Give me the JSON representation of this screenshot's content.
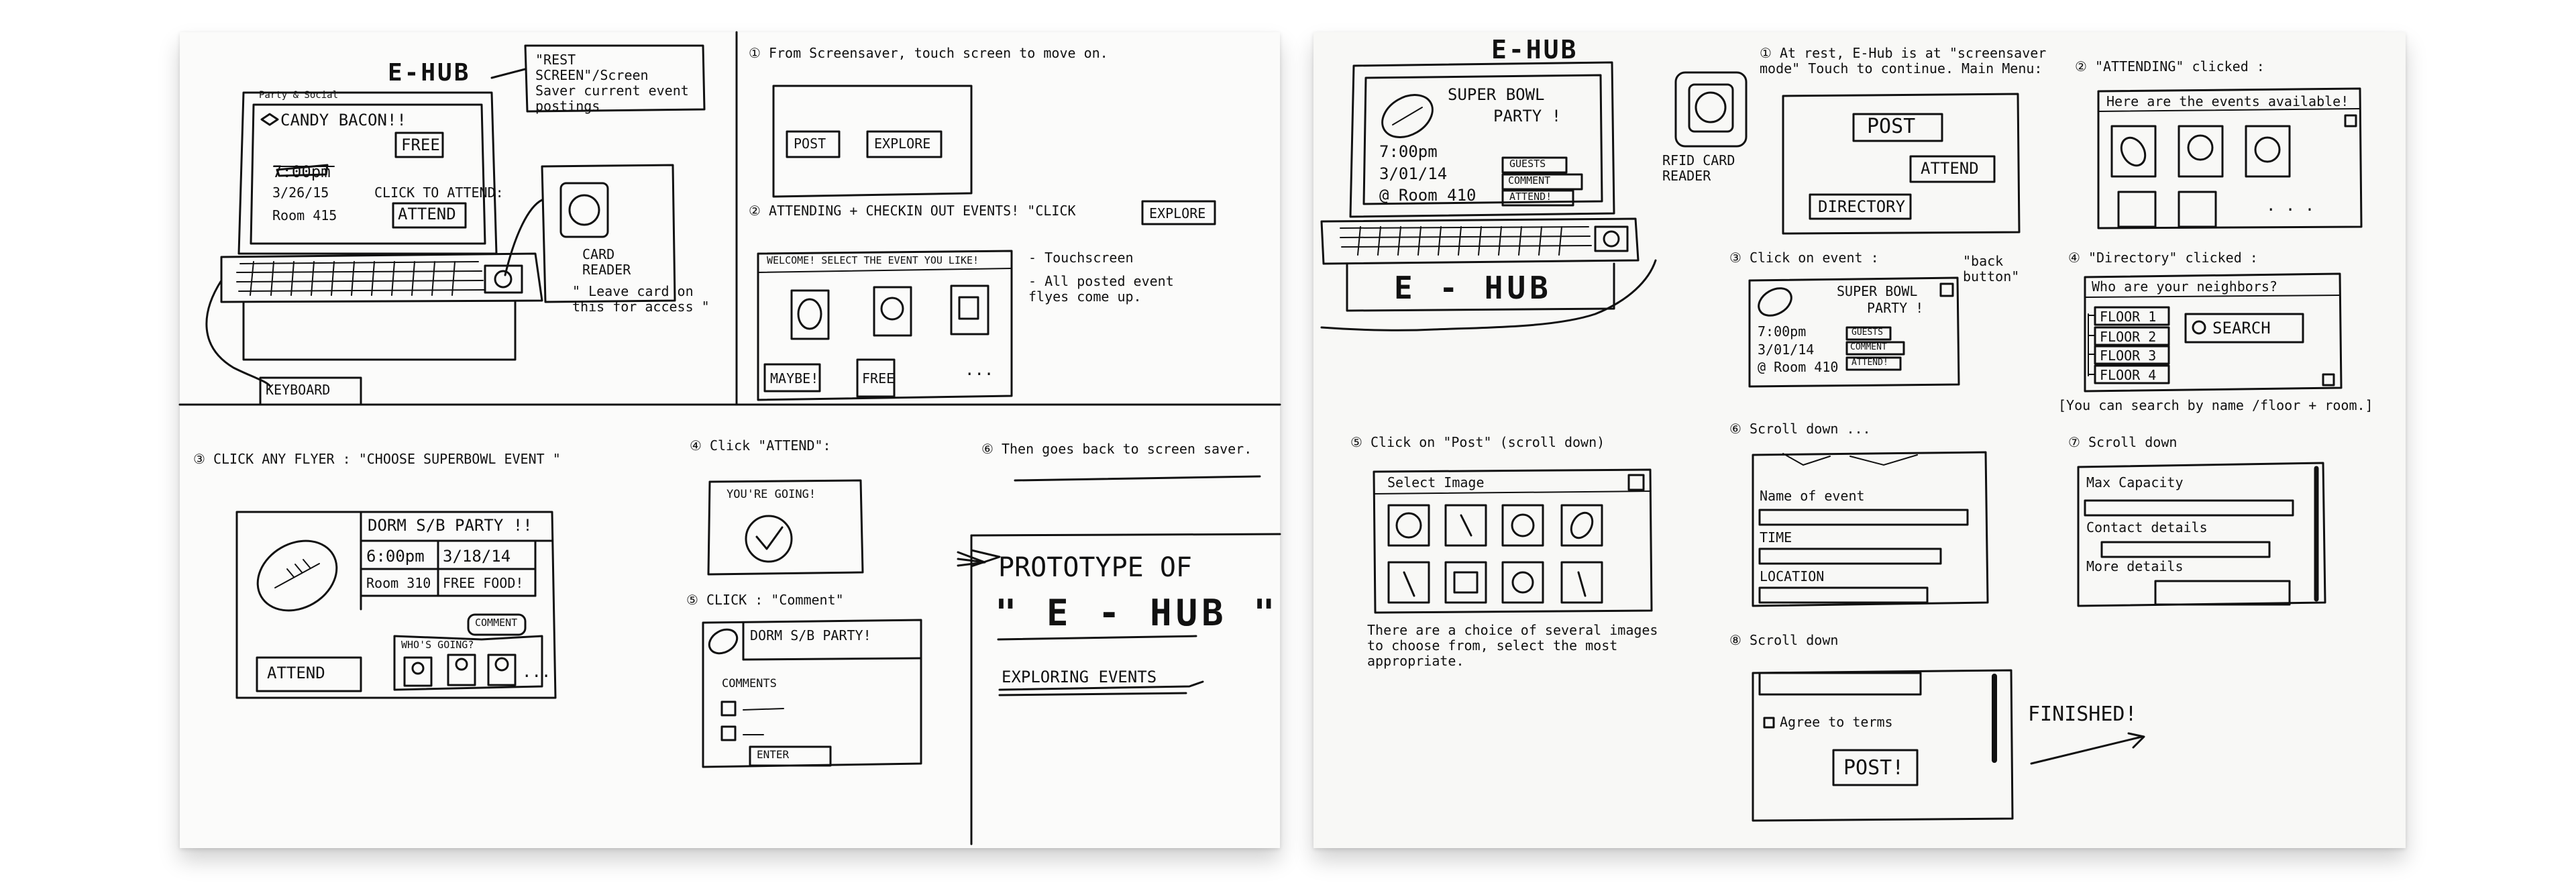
{
  "left": {
    "ehub_logo": "E-HUB",
    "kiosk": {
      "caption_small": "Party & Social",
      "event_title": "CANDY BACON!!",
      "free": "FREE",
      "time": "7:00pm",
      "date": "3/26/15",
      "room": "Room 415",
      "click_to_attend": "CLICK TO ATTEND:",
      "attend_button": "ATTEND"
    },
    "rest_screen_note": "\"REST SCREEN\"/Screen Saver current event postings",
    "card_reader_label": "CARD READER",
    "leave_card_note": "\" Leave card on this for access \"",
    "keyboard_label": "KEYBOARD",
    "step1": {
      "text": "① From Screensaver, touch screen to move on.",
      "post_button": "POST",
      "explore_button": "EXPLORE"
    },
    "step2": {
      "text": "② ATTENDING + CHECKIN OUT EVENTS!  \"CLICK",
      "explore_button": "EXPLORE",
      "screen_header": "WELCOME! SELECT THE EVENT YOU LIKE!",
      "maybe": "MAYBE!",
      "free": "FREE",
      "ellipsis": "...",
      "note_touchscreen": "- Touchscreen",
      "note_flyers": "- All posted event flyes come up."
    },
    "step3": {
      "text": "③  CLICK  ANY  FLYER :  \"CHOOSE  SUPERBOWL  EVENT \"",
      "title": "DORM  S/B  PARTY !!",
      "time": "6:00pm",
      "date": "3/18/14",
      "room": "Room 310",
      "free_food": "FREE FOOD!",
      "comment": "COMMENT",
      "whos_going": "WHO'S GOING?",
      "attend_button": "ATTEND",
      "ellipsis": "..."
    },
    "step4": {
      "text": "④  Click \"ATTEND\":",
      "youre_going": "YOU'RE GOING!"
    },
    "step5": {
      "text": "⑤  CLICK :  \"Comment\"",
      "title": "DORM S/B PARTY!",
      "comments": "COMMENTS",
      "enter": "ENTER"
    },
    "step6": {
      "text": "⑥  Then goes back to screen saver."
    },
    "prototype": {
      "line1": "PROTOTYPE  OF",
      "line2": "\" E - HUB \"",
      "line3": "EXPLORING  EVENTS"
    }
  },
  "right": {
    "ehub_logo": "E-HUB",
    "kiosk": {
      "title_line1": "SUPER  BOWL",
      "title_line2": "PARTY !",
      "time": "7:00pm",
      "date": "3/01/14",
      "room": "@ Room 410",
      "guests": "GUESTS",
      "comment": "COMMENT",
      "attend": "ATTEND!",
      "base_logo": "E - HUB"
    },
    "rfid_label": "RFID CARD READER",
    "step1": {
      "text": "① At rest, E-Hub is at \"screensaver mode\" Touch to continue. Main Menu:",
      "post": "POST",
      "attend": "ATTEND",
      "directory": "DIRECTORY"
    },
    "step2": {
      "text": "② \"ATTENDING\" clicked :",
      "header": "Here are the events available!",
      "ellipsis": ". . ."
    },
    "step3": {
      "text": "③  Click on event :",
      "back_note": "\"back button\"",
      "title_line1": "SUPER BOWL",
      "title_line2": "PARTY !",
      "time": "7:00pm",
      "date": "3/01/14",
      "room": "@ Room 410",
      "guests": "GUESTS",
      "comment": "COMMENT",
      "attend": "ATTEND!"
    },
    "step4": {
      "text": "④ \"Directory\" clicked :",
      "question": "Who are your neighbors?",
      "floors": [
        "FLOOR 1",
        "FLOOR 2",
        "FLOOR 3",
        "FLOOR 4"
      ],
      "search": "SEARCH",
      "note": "[You can search by name /floor + room.]"
    },
    "step5": {
      "text": "⑤  Click on \"Post\"  (scroll down)",
      "select_image": "Select  Image",
      "caption": "There are a choice of several images to choose from, select the  most  appropriate."
    },
    "step6": {
      "text": "⑥  Scroll down ...",
      "name_of_event": "Name of event",
      "time": "TIME",
      "location": "LOCATION"
    },
    "step7": {
      "text": "⑦  Scroll down",
      "max_capacity": "Max Capacity",
      "contact_details": "Contact details",
      "more_details": "More details"
    },
    "step8": {
      "text": "⑧  Scroll down",
      "agree": "Agree to terms",
      "post": "POST!"
    },
    "finished": "FINISHED!"
  }
}
